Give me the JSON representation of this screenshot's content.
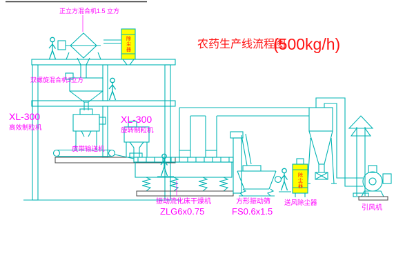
{
  "title": {
    "main": "农药生产线流程图",
    "capacity": "(500kg/h)"
  },
  "labels": {
    "cubic_mixer": "正立方混合机1.5 立方",
    "spiral_mixer": "双螺旋混合机3立方",
    "granulator_left_model": "XL-300",
    "granulator_left_name": "高效制粒机",
    "granulator_right_model": "XL-300",
    "granulator_right_name": "旋转制粒机",
    "belt_conveyor": "皮带输送机",
    "dryer_name": "振动流化床干燥机",
    "dryer_model": "ZLG6x0.75",
    "sieve_name": "方形振动筛",
    "sieve_model": "FS0.6x1.5",
    "air_dust_collector": "送风除尘器",
    "induced_fan": "引风机",
    "dust_box_top_text": "除尘器",
    "dust_box_right_text": "除尘器"
  },
  "colors": {
    "structure_cyan": "#00b3b3",
    "label_magenta": "#ff00ff",
    "title_red": "#ff1111",
    "equipment_yellow": "#ffff00",
    "foundation_dark": "#444444",
    "background": "#ffffff"
  }
}
